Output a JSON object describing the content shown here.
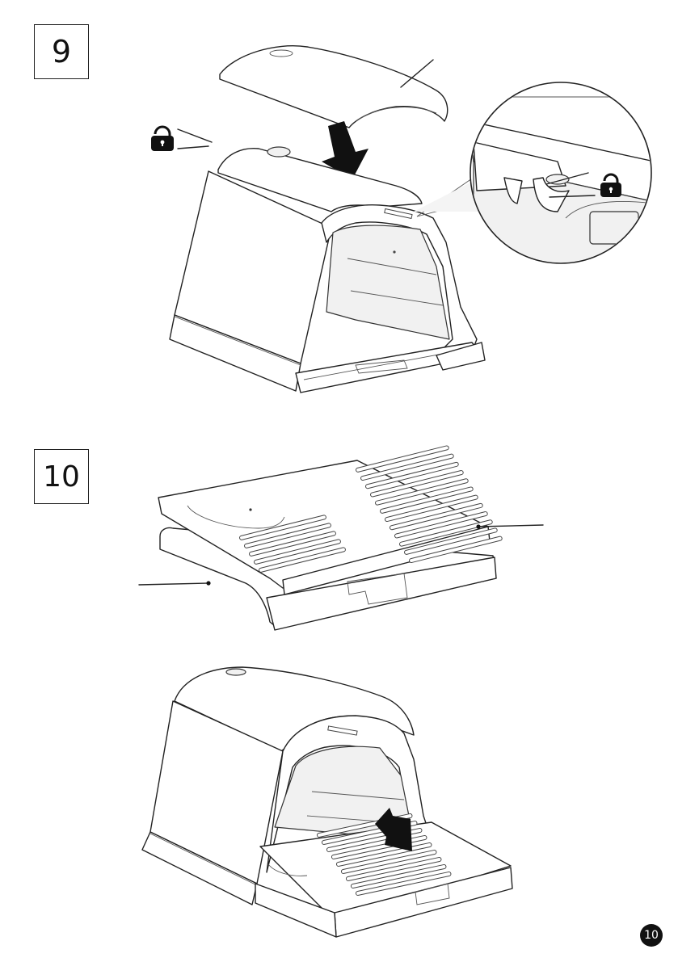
{
  "steps": [
    {
      "number": "9"
    },
    {
      "number": "10"
    }
  ],
  "page_number": "10",
  "icons": {
    "lock_main": "padlock-icon",
    "lock_detail": "padlock-icon",
    "arrow_down": "arrow-down-icon",
    "arrow_push": "arrow-push-icon"
  },
  "colors": {
    "line": "#222222",
    "fill": "#ffffff",
    "arrow": "#111111"
  }
}
